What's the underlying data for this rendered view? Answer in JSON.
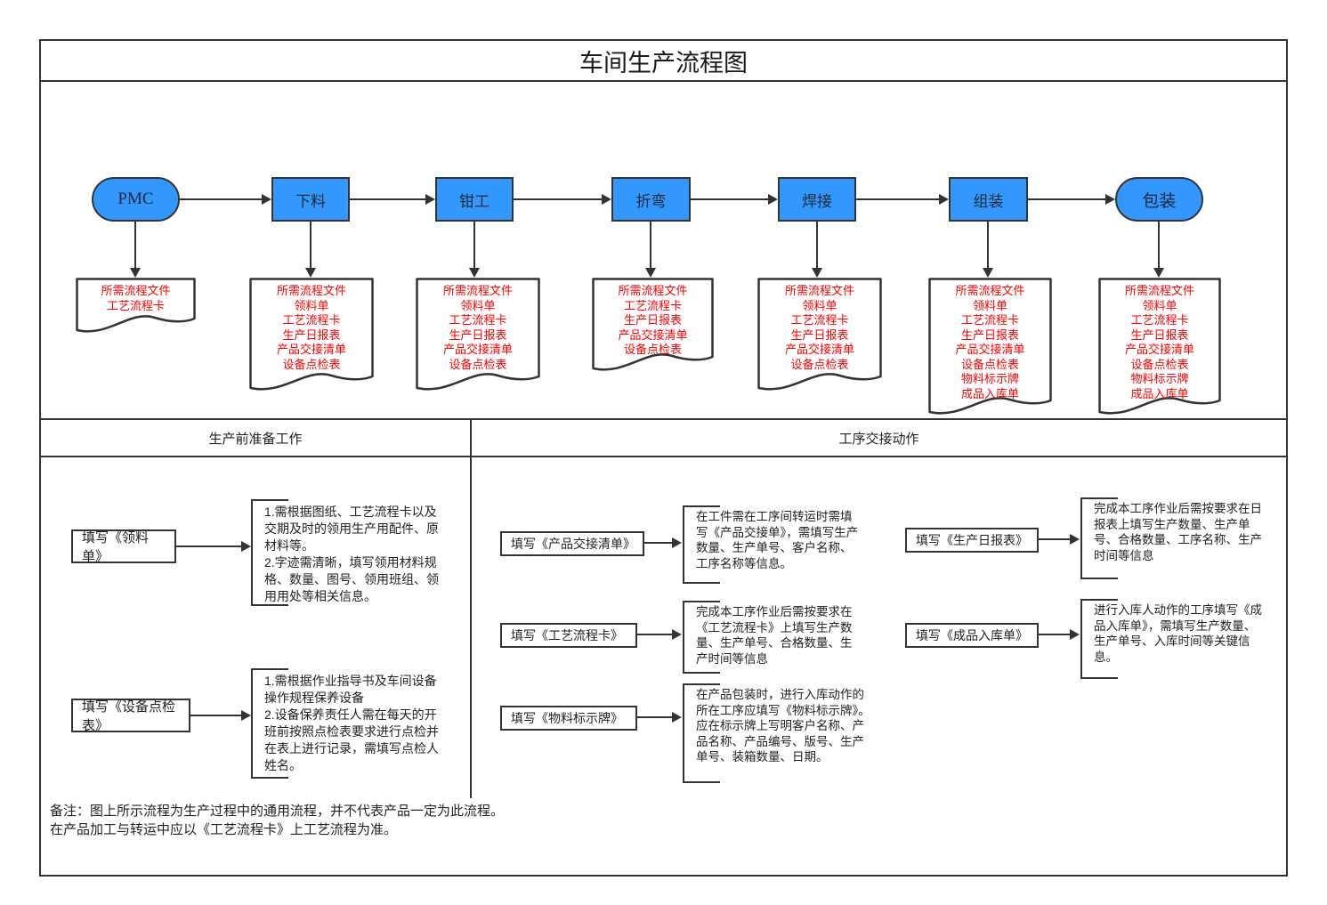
{
  "title": "车间生产流程图",
  "colors": {
    "node_fill": "#3398fe",
    "outline": "#333333",
    "doc_text": "#ff0000"
  },
  "flow": {
    "nodes": [
      "PMC",
      "下料",
      "钳工",
      "折弯",
      "焊接",
      "组装",
      "包装"
    ],
    "docs": [
      "所需流程文件\n工艺流程卡",
      "所需流程文件\n领料单\n工艺流程卡\n生产日报表\n产品交接清单\n设备点检表",
      "所需流程文件\n领料单\n工艺流程卡\n生产日报表\n产品交接清单\n设备点检表",
      "所需流程文件\n工艺流程卡\n生产日报表\n产品交接清单\n设备点检表",
      "所需流程文件\n领料单\n工艺流程卡\n生产日报表\n产品交接清单\n设备点检表",
      "所需流程文件\n领料单\n工艺流程卡\n生产日报表\n产品交接清单\n设备点检表\n物料标示牌\n成品入库单",
      "所需流程文件\n领料单\n工艺流程卡\n生产日报表\n产品交接清单\n设备点检表\n物料标示牌\n成品入库单"
    ]
  },
  "prep": {
    "header": "生产前准备工作",
    "items": [
      {
        "label": "填写《领料单》",
        "desc": "1.需根据图纸、工艺流程卡以及交期及时的领用生产用配件、原材料等。\n2.字迹需清晰，填写领用材料规格、数量、图号、领用班组、领用用处等相关信息。"
      },
      {
        "label": "填写《设备点检表》",
        "desc": "1.需根据作业指导书及车间设备操作规程保养设备\n2.设备保养责任人需在每天的开班前按照点检表要求进行点检并在表上进行记录，需填写点检人姓名。"
      }
    ]
  },
  "handover": {
    "header": "工序交接动作",
    "items": [
      {
        "label": "填写《产品交接清单》",
        "desc": "在工件需在工序间转运时需填写《产品交接单》，需填写生产数量、生产单号、客户名称、工序名称等信息。"
      },
      {
        "label": "填写《工艺流程卡》",
        "desc": "完成本工序作业后需按要求在《工艺流程卡》上填写生产数量、生产单号、合格数量、生产时间等信息"
      },
      {
        "label": "填写《物料标示牌》",
        "desc": "在产品包装时，进行入库动作的所在工序应填写《物料标示牌》。应在标示牌上写明客户名称、产品名称、产品编号、版号、生产单号、装箱数量、日期。"
      },
      {
        "label": "填写《生产日报表》",
        "desc": "完成本工序作业后需按要求在日报表上填写生产数量、生产单号、合格数量、工序名称、生产时间等信息"
      },
      {
        "label": "填写《成品入库单》",
        "desc": "进行入库人动作的工序填写《成品入库单》，需填写生产数量、生产单号、入库时间等关键信息。"
      }
    ]
  },
  "notes": "备注：图上所示流程为生产过程中的通用流程，并不代表产品一定为此流程。\n在产品加工与转运中应以《工艺流程卡》上工艺流程为准。"
}
